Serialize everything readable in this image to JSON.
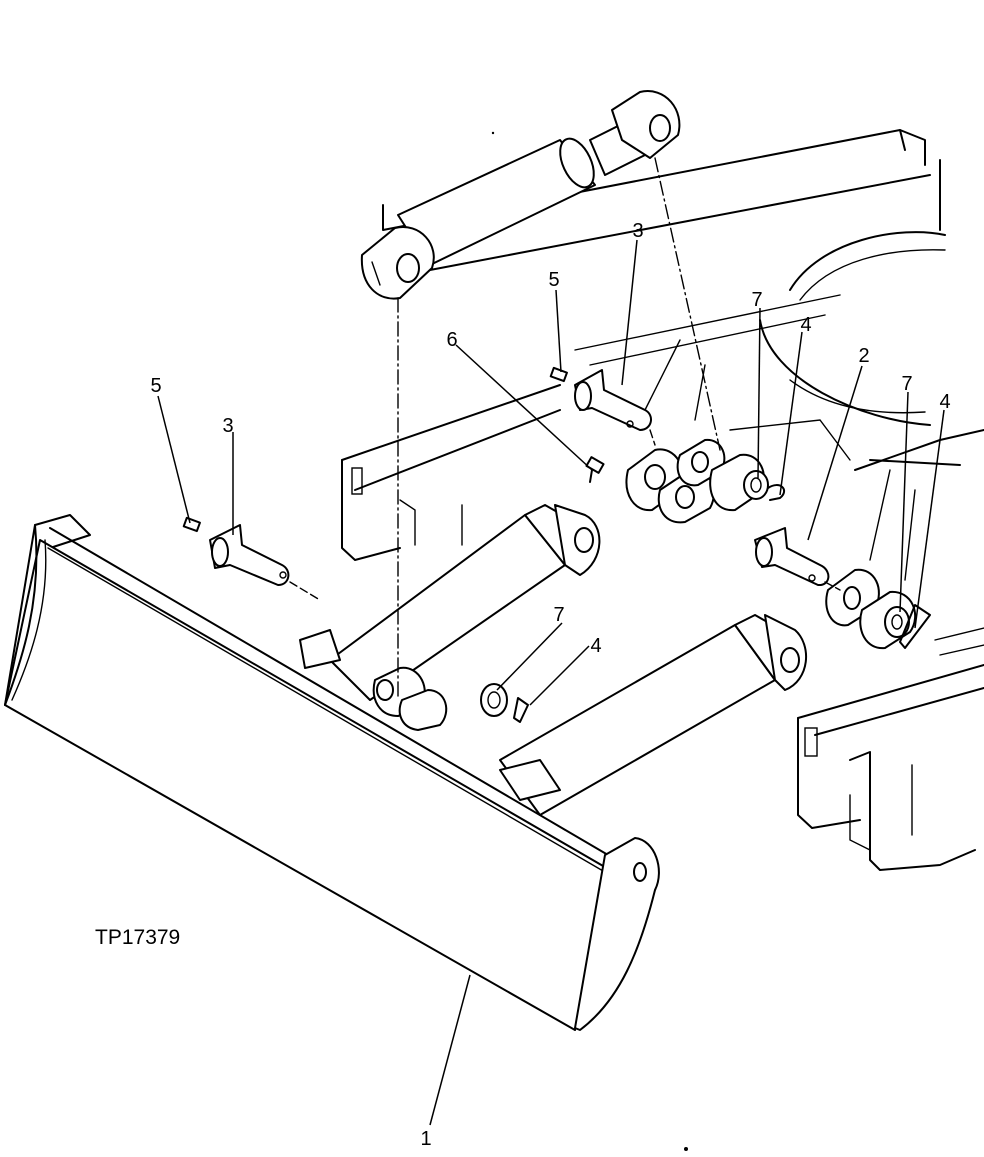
{
  "drawing_id": "TP17379",
  "callouts": [
    {
      "id": "c1",
      "label": "1"
    },
    {
      "id": "c2",
      "label": "2"
    },
    {
      "id": "c3a",
      "label": "3"
    },
    {
      "id": "c3b",
      "label": "3"
    },
    {
      "id": "c4a",
      "label": "4"
    },
    {
      "id": "c4b",
      "label": "4"
    },
    {
      "id": "c4c",
      "label": "4"
    },
    {
      "id": "c5a",
      "label": "5"
    },
    {
      "id": "c5b",
      "label": "5"
    },
    {
      "id": "c6",
      "label": "6"
    },
    {
      "id": "c7a",
      "label": "7"
    },
    {
      "id": "c7b",
      "label": "7"
    },
    {
      "id": "c7c",
      "label": "7"
    }
  ]
}
